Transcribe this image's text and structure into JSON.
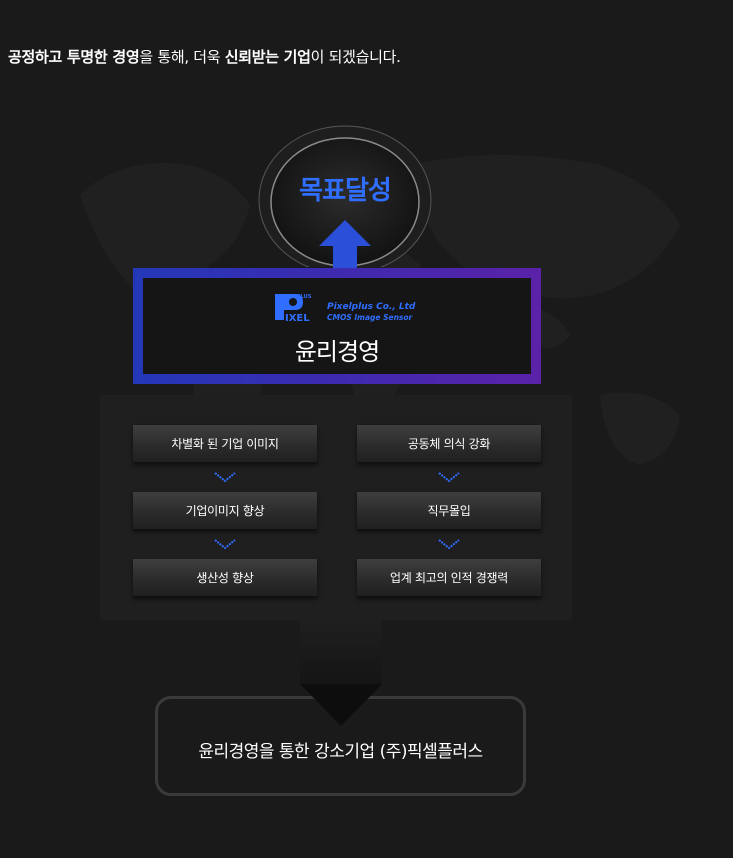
{
  "intro": {
    "part1": "공정하고 투명한 경영",
    "part2": "을 통해, 더욱 ",
    "part3": "신뢰받는 기업",
    "part4": "이 되겠습니다."
  },
  "goal": {
    "label": "목표달성"
  },
  "ethics": {
    "logo_company": "Pixelplus Co., Ltd",
    "logo_tagline": "CMOS Image Sensor",
    "logo_mark": "PIXEL",
    "title": "윤리경영"
  },
  "left_column": [
    "차별화 된 기업 이미지",
    "기업이미지 향상",
    "생산성 향상"
  ],
  "right_column": [
    "공동체 의식 강화",
    "직무몰입",
    "업계 최고의 인적 경쟁력"
  ],
  "result": {
    "label": "윤리경영을 통한 강소기업 (주)픽셀플러스"
  },
  "colors": {
    "accent_blue": "#2f6eff",
    "frame_start": "#2338b8",
    "frame_end": "#5a22a8",
    "background": "#1a1a1a"
  }
}
